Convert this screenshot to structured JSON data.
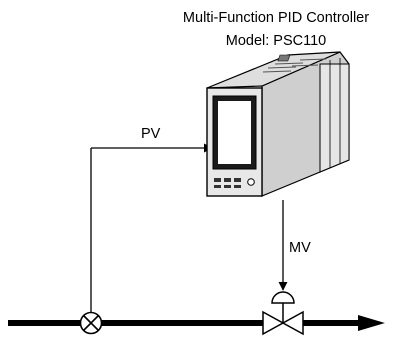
{
  "title": {
    "line1": "Multi-Function PID Controller",
    "line2": "Model: PSC110"
  },
  "labels": {
    "pv": "PV",
    "mv": "MV"
  },
  "colors": {
    "line": "#000000",
    "device_light": "#ffffff",
    "device_mid": "#cfcfcf",
    "device_dark": "#1a1a1a"
  },
  "icons": {
    "sensor": "circle-x-sensor-icon",
    "valve": "control-valve-icon",
    "controller": "pid-controller-device"
  }
}
